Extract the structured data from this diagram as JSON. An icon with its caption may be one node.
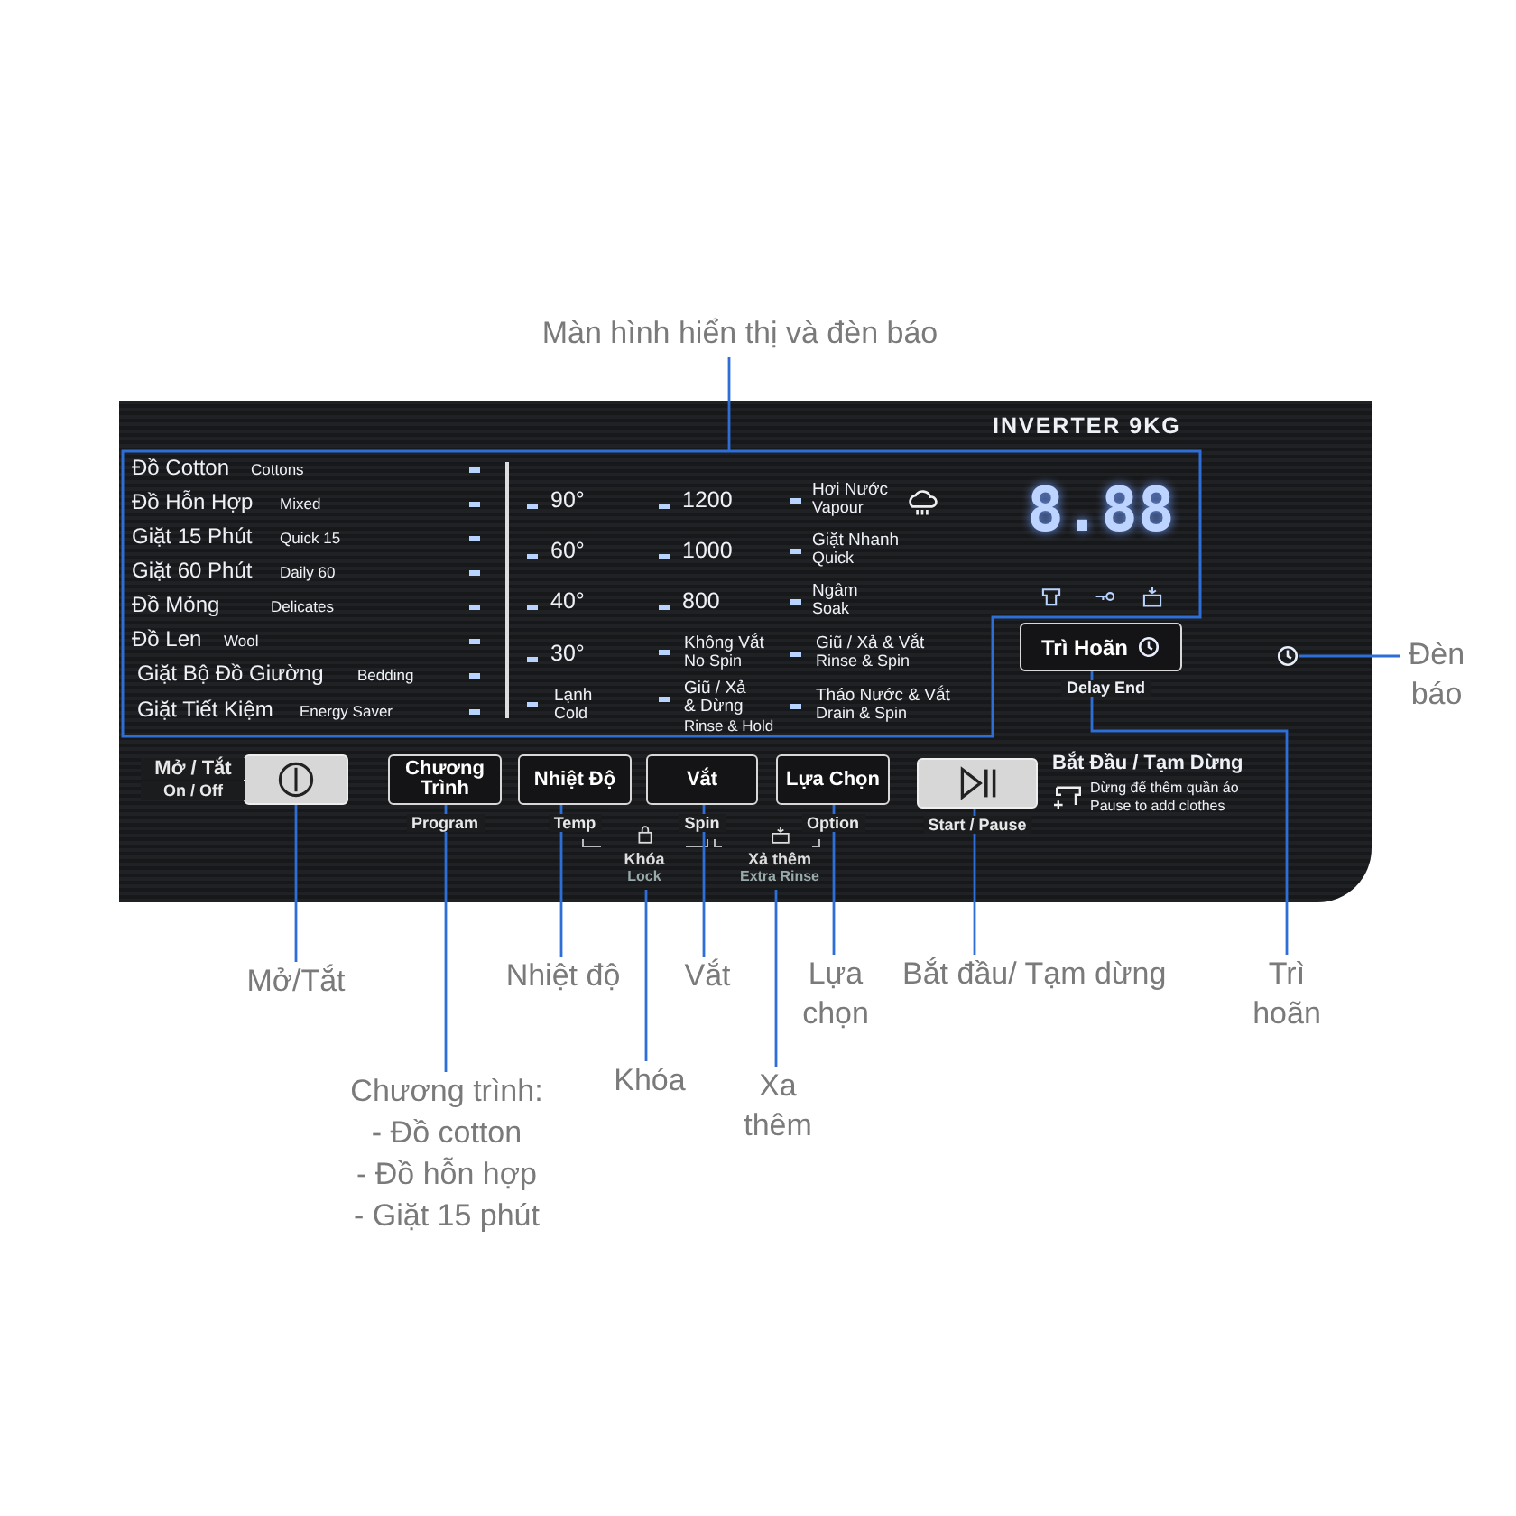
{
  "diagram": {
    "nodes": [
      {
        "text": [
          "Màn hình hiển thị và đèn báo"
        ]
      },
      {
        "text": [],
        "shape": "box"
      },
      {
        "text": [],
        "shape": "box",
        "beside": [
          "Mở / Tắt",
          "On / Off"
        ]
      },
      {
        "text": [
          "Mở/Tắt"
        ]
      },
      {
        "text": [
          "Chương Trình"
        ],
        "beside": [
          "Program"
        ]
      },
      {
        "text": [
          "Chương trình:",
          "- Đồ cotton",
          "- Đồ hỗn hợp",
          "- Giặt 15 phút"
        ]
      },
      {
        "text": [
          "Nhiệt Độ"
        ],
        "beside": [
          "Temp"
        ]
      },
      {
        "text": [
          "Nhiệt độ"
        ]
      },
      {
        "text": [
          "Khóa",
          "Lock"
        ]
      },
      {
        "text": [
          "Khóa"
        ]
      },
      {
        "text": [
          "Vắt"
        ],
        "beside": [
          "Spin"
        ]
      },
      {
        "text": [
          "Vắt"
        ]
      },
      {
        "text": [
          "Xả thêm",
          "Extra Rinse"
        ]
      },
      {
        "text": [
          "Xa thêm"
        ]
      },
      {
        "text": [
          "Lựa Chọn"
        ],
        "beside": [
          "Option"
        ]
      },
      {
        "text": [
          "Lựa chọn"
        ]
      },
      {
        "text": [],
        "shape": "box",
        "beside": [
          "Start / Pause"
        ]
      },
      {
        "text": [
          "Bắt đầu/ Tạm dừng"
        ]
      },
      {
        "text": [
          "Trì Hoãn"
        ]
      },
      {
        "text": [
          "Trì hoãn"
        ]
      },
      {
        "text": [],
        "shape": "circle"
      },
      {
        "text": [
          "Đèn báo"
        ]
      }
    ],
    "edges": [
      {
        "from": 0,
        "to": 1,
        "arrow": "none"
      },
      {
        "from": 3,
        "to": 2,
        "arrow": "none"
      },
      {
        "from": 5,
        "to": 4,
        "arrow": "none"
      },
      {
        "from": 7,
        "to": 6,
        "arrow": "none"
      },
      {
        "from": 9,
        "to": 8,
        "arrow": "none"
      },
      {
        "from": 11,
        "to": 10,
        "arrow": "none"
      },
      {
        "from": 13,
        "to": 12,
        "arrow": "none"
      },
      {
        "from": 15,
        "to": 14,
        "arrow": "none"
      },
      {
        "from": 17,
        "to": 16,
        "arrow": "none"
      },
      {
        "from": 19,
        "to": 18,
        "arrow": "none"
      },
      {
        "from": 21,
        "to": 20,
        "arrow": "none"
      }
    ],
    "labels": [
      "INVERTER 9KG",
      "Đồ Cotton",
      "Cottons",
      "Đồ Hỗn Hợp",
      "Mixed",
      "Giặt 15 Phút",
      "Quick 15",
      "Giặt 60 Phút",
      "Daily 60",
      "Đồ Mỏng",
      "Delicates",
      "Đồ Len",
      "Wool",
      "Giặt Bộ Đồ Giường",
      "Bedding",
      "Giặt Tiết Kiệm",
      "Energy Saver",
      "90°",
      "60°",
      "40°",
      "30°",
      "Lạnh",
      "Cold",
      "1200",
      "1000",
      "800",
      "Không Vắt",
      "No Spin",
      "Giũ / Xả & Dừng",
      "Rinse & Hold",
      "Hơi Nước",
      "Vapour",
      "Giặt Nhanh",
      "Quick",
      "Ngâm",
      "Soak",
      "Giũ / Xả & Vắt",
      "Rinse & Spin",
      "Tháo Nước & Vắt",
      "Drain & Spin",
      "8.88",
      "Delay End",
      "Bắt Đầu / Tạm Dừng",
      "Dừng để thêm quần áo",
      "Pause to add clothes"
    ]
  }
}
